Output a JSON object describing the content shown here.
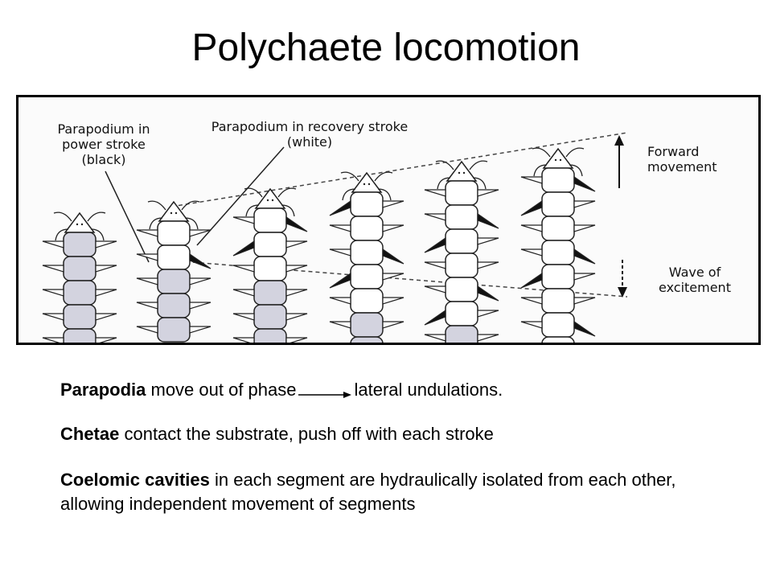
{
  "slide": {
    "title": "Polychaete locomotion"
  },
  "figure": {
    "label_power_stroke": "Parapodium in power stroke (black)",
    "label_recovery_stroke": "Parapodium in recovery stroke (white)",
    "label_forward": "Forward movement",
    "label_wave": "Wave of excitement",
    "worm_count": 6,
    "colors": {
      "segment_fill": "#d3d3df",
      "segment_white": "#ffffff",
      "parapodium_black": "#111111",
      "outline": "#222222"
    }
  },
  "body_text": {
    "line1": {
      "bold": "Parapodia",
      "text_before_arrow": " move out of phase",
      "text_after_arrow": "lateral undulations."
    },
    "line2": {
      "bold": "Chetae",
      "text": " contact the substrate, push off with each stroke"
    },
    "line3": {
      "bold": "Coelomic cavities",
      "text": " in each segment are hydraulically isolated from each other, allowing independent movement of segments"
    }
  }
}
